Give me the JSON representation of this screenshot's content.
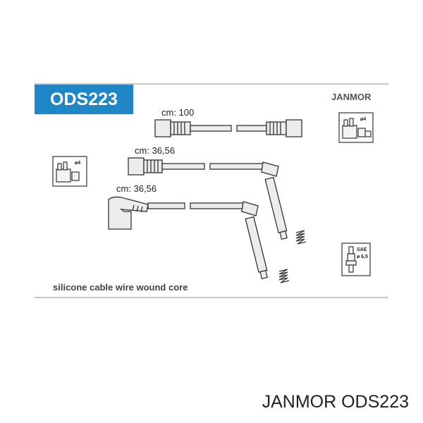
{
  "product": {
    "code": "ODS223",
    "brand_top": "JANMOR",
    "note": "silicone cable wire wound core",
    "caption": "JANMOR ODS223"
  },
  "wires": [
    {
      "length_label": "cm: 100"
    },
    {
      "length_label": "cm: 36,56"
    },
    {
      "length_label": "cm: 36,56"
    }
  ],
  "icons": {
    "distributor_right": "distributor-cap-icon",
    "distributor_right_badge": "⌀4",
    "distributor_left": "distributor-cap-icon",
    "distributor_left_badge": "⌀4",
    "spark_plug": "spark-plug-icon",
    "spark_plug_badge": "SAE",
    "spark_plug_size": "⌀ 6,5"
  }
}
